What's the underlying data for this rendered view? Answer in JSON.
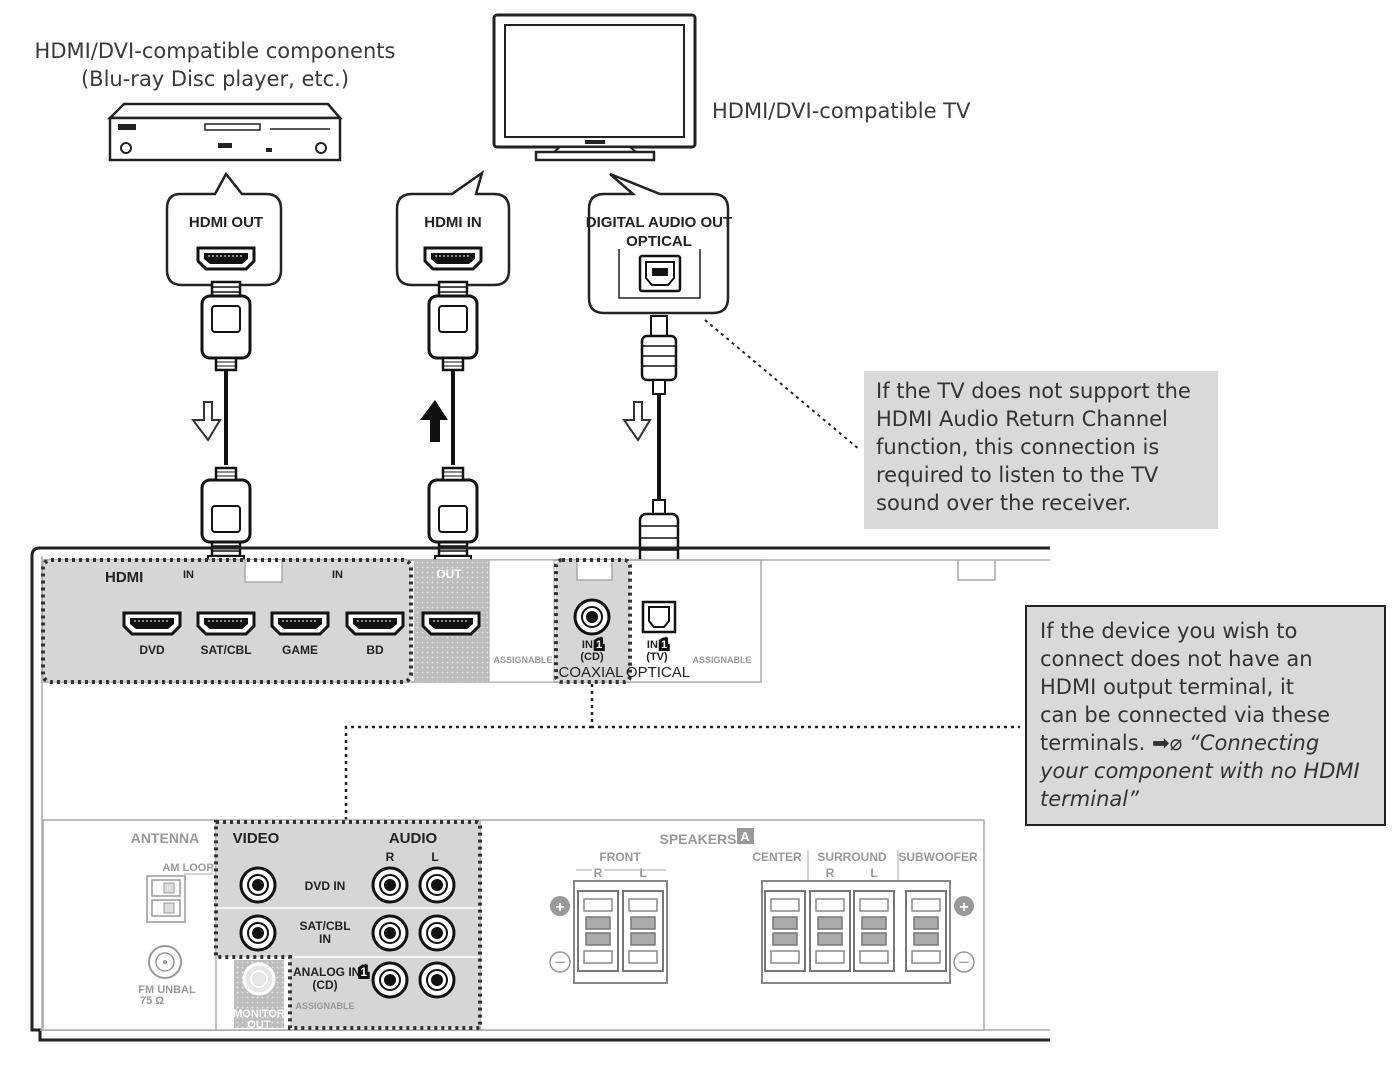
{
  "labels": {
    "player_line1": "HDMI/DVI-compatible components",
    "player_line2": "(Blu-ray Disc player, etc.)",
    "tv": "HDMI/DVI-compatible TV"
  },
  "callouts": {
    "hdmi_out": "HDMI OUT",
    "hdmi_in": "HDMI IN",
    "digital_audio_out": "DIGITAL AUDIO OUT",
    "optical": "OPTICAL"
  },
  "notes": {
    "arc": [
      "If the TV does not support the",
      "HDMI Audio Return Channel",
      "function, this connection is",
      "required to listen to the TV",
      "sound over the receiver."
    ],
    "no_hdmi": [
      "If the device you wish to",
      "connect does not have an",
      "HDMI output terminal, it",
      "can be connected via these"
    ],
    "no_hdmi_last": "terminals.",
    "no_hdmi_ref": "“Connecting your component with no HDMI terminal”",
    "arrow_glyph": "➡",
    "disc_glyph": "⌀"
  },
  "receiver": {
    "hdmi": "HDMI",
    "in1": "IN",
    "in2": "IN",
    "out": "OUT",
    "inputs": [
      "DVD",
      "SAT/CBL",
      "GAME",
      "BD"
    ],
    "assignable": "ASSIGNABLE",
    "coax_in": "IN",
    "coax_in_num": "1",
    "coax_sub": "(CD)",
    "coaxial": "COAXIAL",
    "opt_in": "IN",
    "opt_in_num": "1",
    "opt_sub": "(TV)",
    "optical": "OPTICAL",
    "antenna": "ANTENNA",
    "am_loop": "AM LOOP",
    "fm_unbal": "FM UNBAL",
    "ohm": "75 Ω",
    "video": "VIDEO",
    "audio": "AUDIO",
    "r": "R",
    "l": "L",
    "dvd_in": "DVD IN",
    "satcbl": "SAT/CBL",
    "satcbl_in": "IN",
    "analog_in": "ANALOG IN",
    "analog_num": "1",
    "analog_sub": "(CD)",
    "monitor": "MONITOR",
    "monitor_out": "OUT",
    "speakers": "SPEAKERS",
    "speakers_a": "A",
    "front": "FRONT",
    "center": "CENTER",
    "surround": "SURROUND",
    "subwoofer": "SUBWOOFER",
    "plus": "+",
    "minus": "−"
  }
}
